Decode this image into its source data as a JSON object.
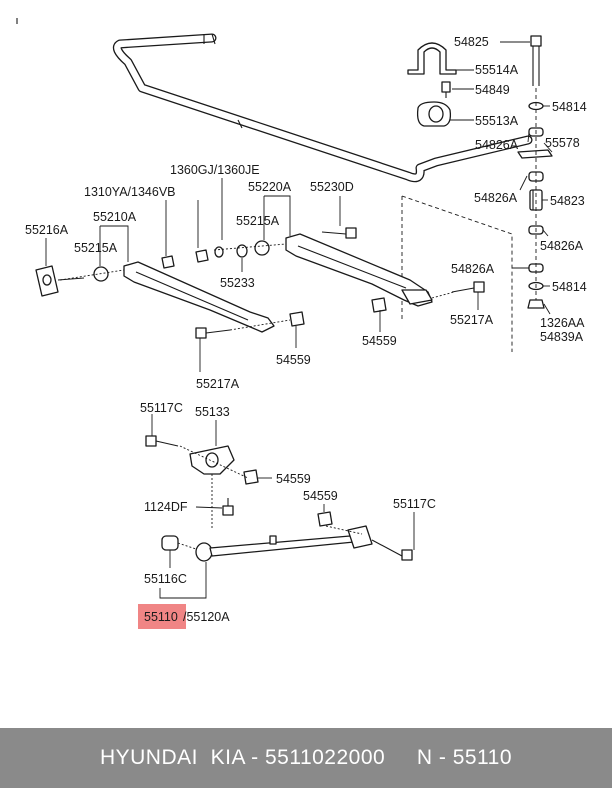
{
  "diagram": {
    "labels": {
      "p54825": "54825",
      "p55514a": "55514A",
      "p54849": "54849",
      "p54814_top": "54814",
      "p55513a": "55513A",
      "p54826a_1": "54826A",
      "p55578": "55578",
      "p54826a_2": "54826A",
      "p54823": "54823",
      "p54826a_3": "54826A",
      "p54826a_4": "54826A",
      "p54814_bot": "54814",
      "p1326aa": "1326AA",
      "p54839a": "54839A",
      "p1360": "1360GJ/1360JE",
      "p55220a": "55220A",
      "p55230d": "55230D",
      "p1310": "1310YA/1346VB",
      "p55210a": "55210A",
      "p55216a": "55216A",
      "p55215a_left": "55215A",
      "p55215a_mid": "55215A",
      "p55233": "55233",
      "p55217a_right": "55217A",
      "p54559_right": "54559",
      "p54559_left": "54559",
      "p55217a_bot": "55217A",
      "p55117c_left": "55117C",
      "p55133": "55133",
      "p54559_lower": "54559",
      "p1124df": "1124DF",
      "p54559_link": "54559",
      "p55117c_right": "55117C",
      "p55116c": "55116C",
      "p55110": "55110",
      "p55120a": "/55120A"
    },
    "highlight_color": "#f08585"
  },
  "footer": {
    "text": "HYUNDAI  KIA - 5511022000     N - 55110",
    "background": "#8a8a8a"
  }
}
